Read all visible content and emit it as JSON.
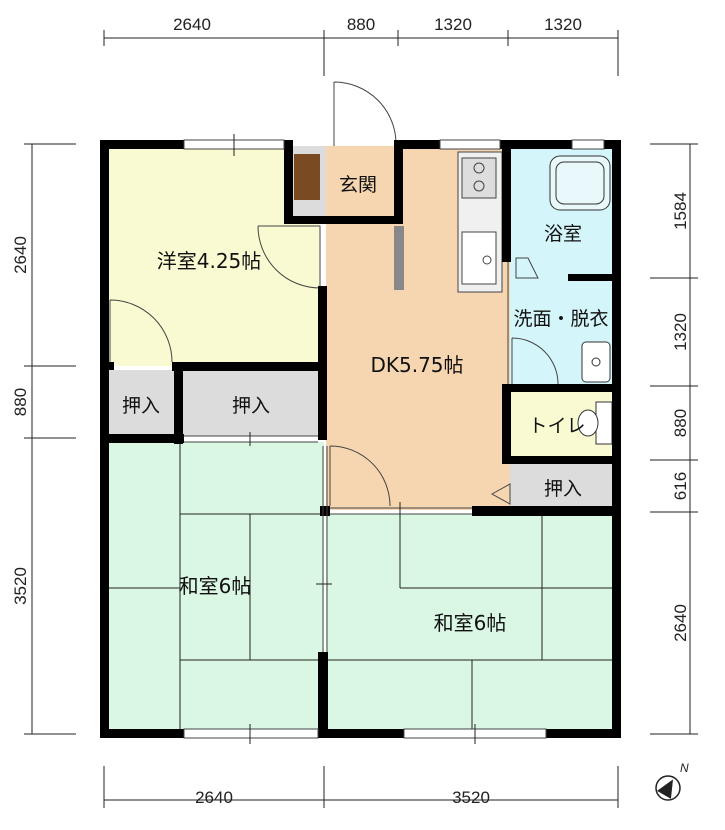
{
  "dimensions": {
    "top": [
      "2640",
      "880",
      "1320",
      "1320"
    ],
    "bottom": [
      "2640",
      "3520"
    ],
    "left": [
      "2640",
      "880",
      "3520"
    ],
    "right": [
      "1584",
      "1320",
      "880",
      "616",
      "2640"
    ]
  },
  "rooms": {
    "western": "洋室4.25帖",
    "entrance": "玄関",
    "dk": "DK5.75帖",
    "bath": "浴室",
    "washroom": "洗面・脱衣",
    "toilet": "トイレ",
    "closet_small": "押入",
    "closet_mid": "押入",
    "closet_right": "押入",
    "washitsu_left": "和室6帖",
    "washitsu_right": "和室6帖"
  },
  "compass": {
    "label": "N"
  },
  "colors": {
    "western": "#fafad2",
    "dk": "#f5d6b0",
    "wet": "#d4f6fa",
    "toilet": "#fafad2",
    "washitsu": "#d9f7e2",
    "closet": "#dcdcdc",
    "wall": "#000000"
  }
}
